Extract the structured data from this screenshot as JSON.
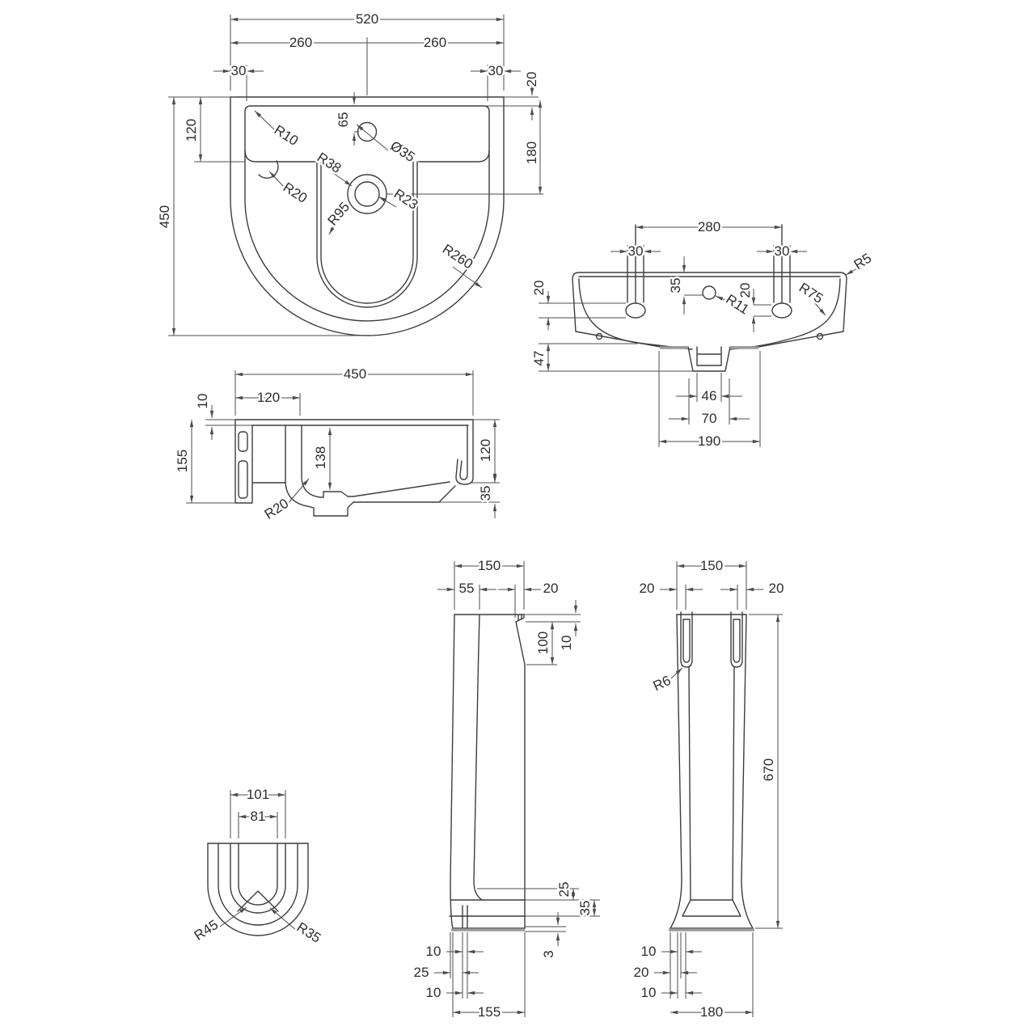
{
  "drawing_type": "basin-and-pedestal-technical-drawing",
  "views": {
    "plan": {
      "w520": "520",
      "w260l": "260",
      "w260r": "260",
      "s30l": "30",
      "s30r": "30",
      "rim20": "20",
      "d450": "450",
      "d120": "120",
      "d65": "65",
      "dia35": "Ø35",
      "r10": "R10",
      "r20": "R20",
      "r38": "R38",
      "r95": "R95",
      "r23": "R23",
      "r260": "R260",
      "d180": "180"
    },
    "front": {
      "w280": "280",
      "s30l": "30",
      "s30r": "30",
      "d35": "35",
      "d20r": "20",
      "r11": "R11",
      "r5": "R5",
      "r75": "R75",
      "d20l": "20",
      "d47": "47",
      "w46": "46",
      "w70": "70",
      "w190": "190"
    },
    "section": {
      "w450": "450",
      "w120": "120",
      "t10": "10",
      "h155": "155",
      "d138": "138",
      "h120": "120",
      "h35": "35",
      "r20": "R20"
    },
    "pedestal_side": {
      "w150": "150",
      "t55": "55",
      "n20": "20",
      "c100": "100",
      "n10": "10",
      "f25": "25",
      "f35": "35",
      "f3": "3",
      "l10a": "10",
      "l25": "25",
      "l10b": "10",
      "w155": "155"
    },
    "pedestal_front": {
      "w150": "150",
      "s20l": "20",
      "s20r": "20",
      "r6": "R6",
      "h670": "670",
      "l10a": "10",
      "l20": "20",
      "l10b": "10",
      "w180": "180"
    },
    "u_section": {
      "w101": "101",
      "w81": "81",
      "r45": "R45",
      "r35": "R35"
    }
  },
  "colors": {
    "line": "#3d3d3d",
    "dim": "#4c4c4c",
    "ghost": "#9c9c9c",
    "background": "#ffffff"
  }
}
